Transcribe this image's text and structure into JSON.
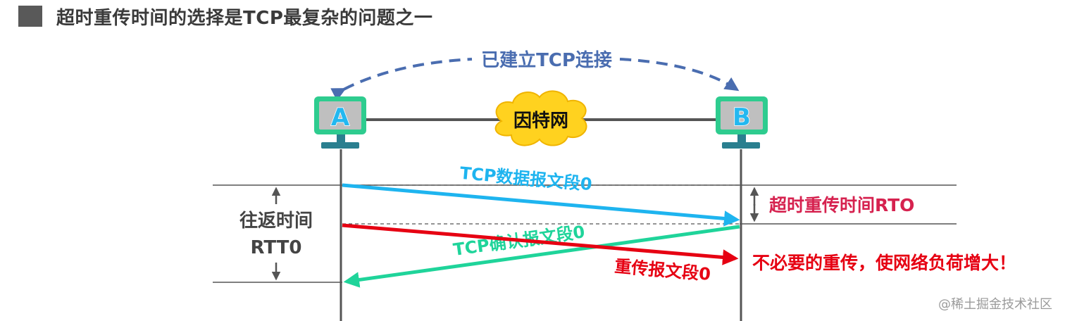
{
  "slide_title": "超时重传时间的选择是TCP最复杂的问题之一",
  "connection_label": "已建立TCP连接",
  "internet_label": "因特网",
  "host_a": {
    "label": "A"
  },
  "host_b": {
    "label": "B"
  },
  "segments": {
    "data": "TCP数据报文段0",
    "ack": "TCP确认报文段0",
    "retransmit": "重传报文段0"
  },
  "rtt_label": {
    "line1": "往返时间",
    "line2": "RTT0"
  },
  "rto_label": "超时重传时间RTO",
  "warning_label": "不必要的重传，使网络负荷增大！",
  "watermark": "@稀土掘金技术社区",
  "colors": {
    "host_frame": "#2ecc8f",
    "host_screen": "#bfbfbf",
    "host_letter": "#23b8f0",
    "data_arrow": "#1eb4ef",
    "ack_arrow": "#1fd49a",
    "retransmit_arrow": "#e60012",
    "rto_text": "#d6224f",
    "connection_dash": "#4a6db0",
    "cloud": "#ffd21f"
  }
}
